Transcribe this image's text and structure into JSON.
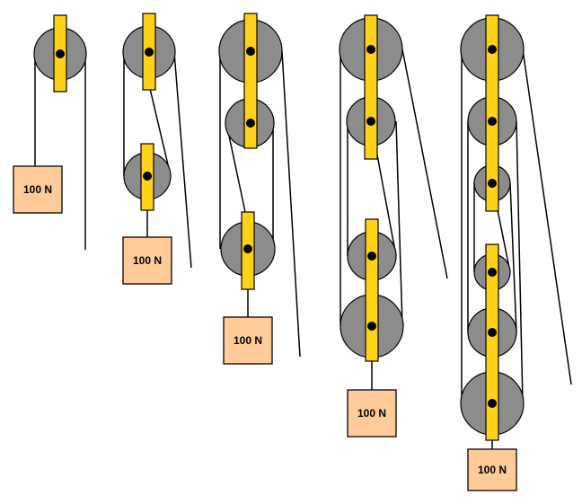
{
  "diagram": {
    "systems": [
      {
        "load_label": "100 N"
      },
      {
        "load_label": "100 N"
      },
      {
        "load_label": "100 N"
      },
      {
        "load_label": "100 N"
      },
      {
        "load_label": "100 N"
      }
    ]
  },
  "colors": {
    "pulley_fill": "#8c8c8c",
    "strap_fill": "#ffd21a",
    "load_fill": "#ffcc99",
    "rope": "#000000"
  }
}
